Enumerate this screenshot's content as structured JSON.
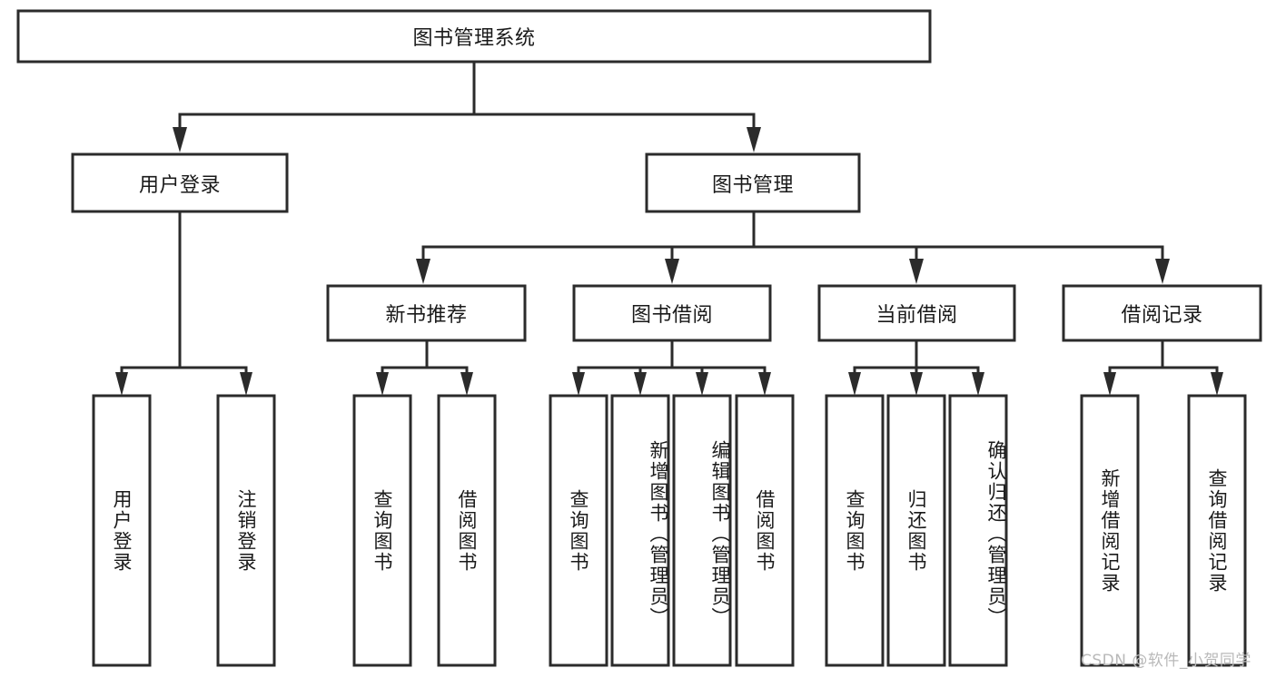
{
  "diagram": {
    "title": "图书管理系统",
    "type": "tree-hierarchy",
    "watermark": "CSDN @软件_小贺同学",
    "colors": {
      "stroke": "#2b2b2b",
      "fill": "#ffffff",
      "text": "#1a1a1a",
      "watermark": "#b9b9b9"
    },
    "levels": [
      {
        "level": 1,
        "nodes": [
          {
            "id": "root",
            "label": "图书管理系统",
            "orientation": "horizontal"
          }
        ]
      },
      {
        "level": 2,
        "nodes": [
          {
            "id": "user-login",
            "label": "用户登录",
            "orientation": "horizontal",
            "parent": "root"
          },
          {
            "id": "book-manage",
            "label": "图书管理",
            "orientation": "horizontal",
            "parent": "root"
          }
        ]
      },
      {
        "level": 3,
        "nodes": [
          {
            "id": "new-book-rec",
            "label": "新书推荐",
            "orientation": "horizontal",
            "parent": "book-manage"
          },
          {
            "id": "book-borrow",
            "label": "图书借阅",
            "orientation": "horizontal",
            "parent": "book-manage"
          },
          {
            "id": "current-borrow",
            "label": "当前借阅",
            "orientation": "horizontal",
            "parent": "book-manage"
          },
          {
            "id": "borrow-record",
            "label": "借阅记录",
            "orientation": "horizontal",
            "parent": "book-manage"
          }
        ]
      },
      {
        "level": 4,
        "nodes": [
          {
            "id": "leaf-user-login",
            "label": "用户登录",
            "orientation": "vertical",
            "parent": "user-login"
          },
          {
            "id": "leaf-logout",
            "label": "注销登录",
            "orientation": "vertical",
            "parent": "user-login"
          },
          {
            "id": "leaf-query-book-1",
            "label": "查询图书",
            "orientation": "vertical",
            "parent": "new-book-rec"
          },
          {
            "id": "leaf-borrow-book-1",
            "label": "借阅图书",
            "orientation": "vertical",
            "parent": "new-book-rec"
          },
          {
            "id": "leaf-query-book-2",
            "label": "查询图书",
            "orientation": "vertical",
            "parent": "book-borrow"
          },
          {
            "id": "leaf-add-book",
            "label": "新增图书（管理员）",
            "orientation": "vertical",
            "parent": "book-borrow"
          },
          {
            "id": "leaf-edit-book",
            "label": "编辑图书（管理员）",
            "orientation": "vertical",
            "parent": "book-borrow"
          },
          {
            "id": "leaf-borrow-book-2",
            "label": "借阅图书",
            "orientation": "vertical",
            "parent": "book-borrow"
          },
          {
            "id": "leaf-query-book-3",
            "label": "查询图书",
            "orientation": "vertical",
            "parent": "current-borrow"
          },
          {
            "id": "leaf-return-book",
            "label": "归还图书",
            "orientation": "vertical",
            "parent": "current-borrow"
          },
          {
            "id": "leaf-confirm-return",
            "label": "确认归还（管理员）",
            "orientation": "vertical",
            "parent": "current-borrow"
          },
          {
            "id": "leaf-add-record",
            "label": "新增借阅记录",
            "orientation": "vertical",
            "parent": "borrow-record"
          },
          {
            "id": "leaf-query-record",
            "label": "查询借阅记录",
            "orientation": "vertical",
            "parent": "borrow-record"
          }
        ]
      }
    ]
  }
}
